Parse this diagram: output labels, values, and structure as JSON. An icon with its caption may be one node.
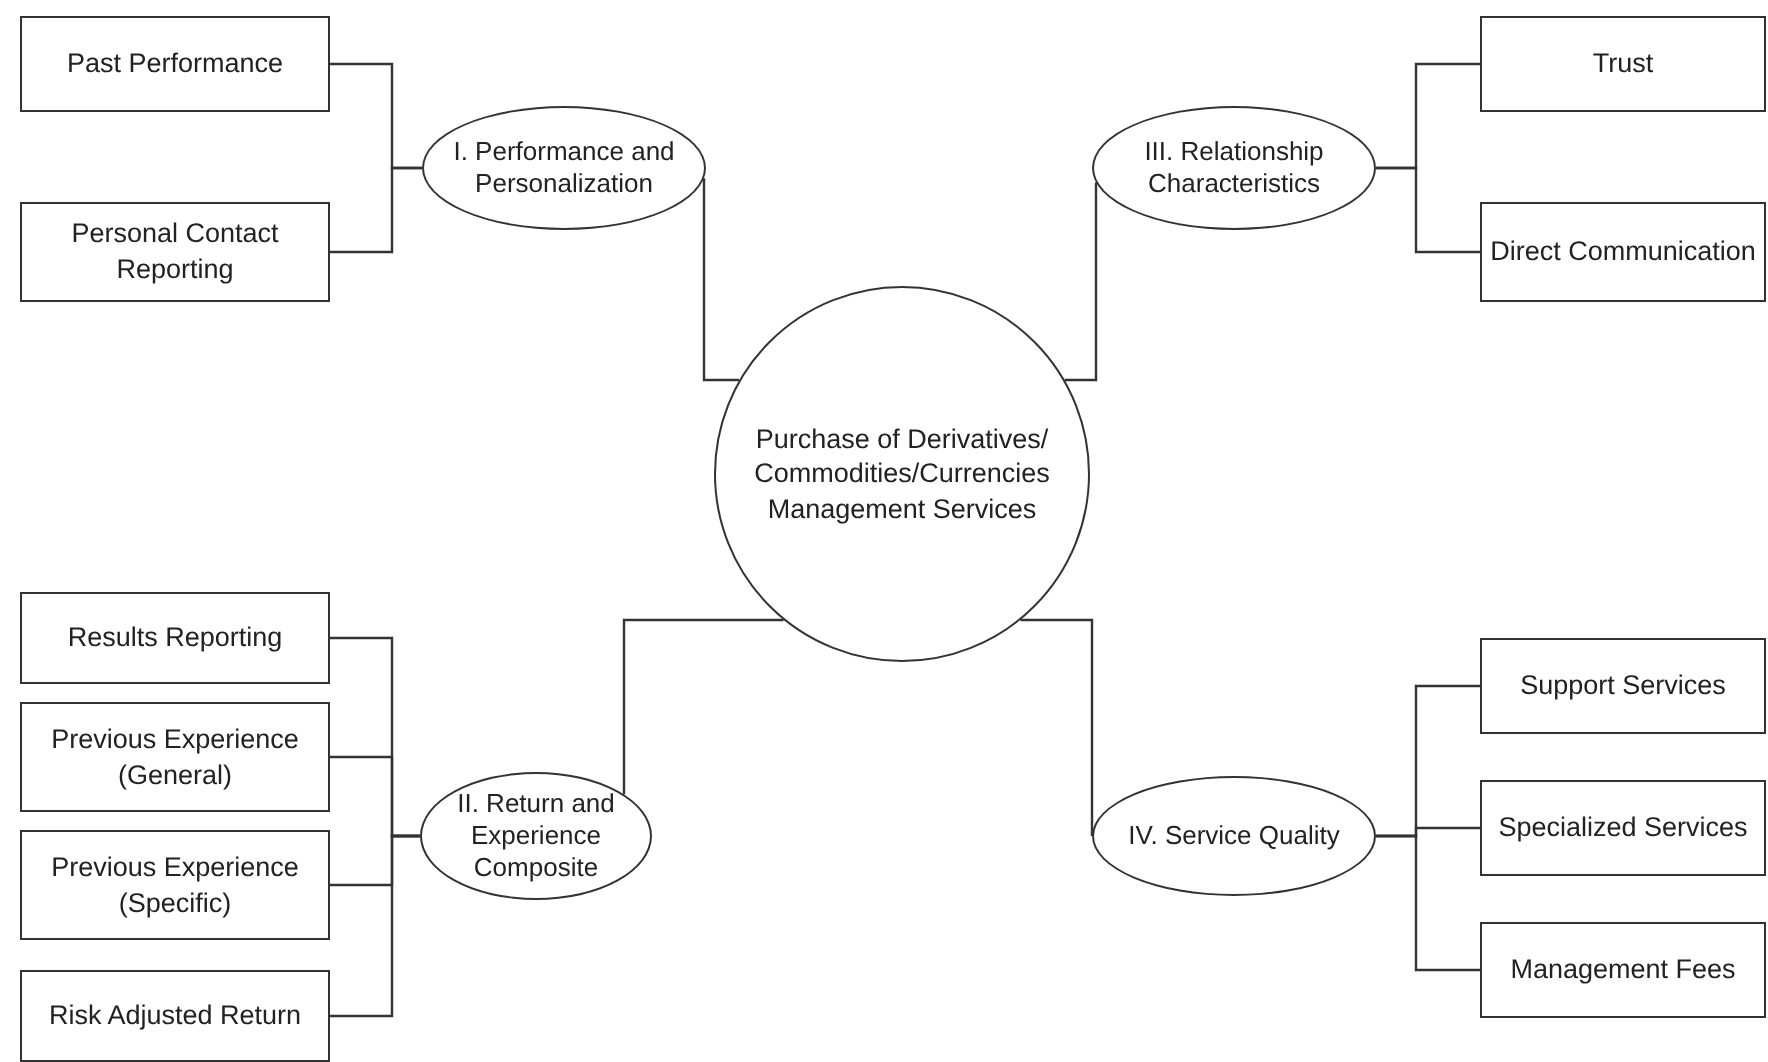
{
  "diagram": {
    "nodes": [
      {
        "text": [
          "Purchase of Derivatives/ Commodities/Currencies Management Services"
        ]
      },
      {
        "text": [
          "I. Performance and Personalization"
        ]
      },
      {
        "text": [
          "Past Performance"
        ]
      },
      {
        "text": [
          "Personal Contact Reporting"
        ]
      },
      {
        "text": [
          "III. Relationship Characteristics"
        ]
      },
      {
        "text": [
          "Trust"
        ]
      },
      {
        "text": [
          "Direct Communication"
        ]
      },
      {
        "text": [
          "II. Return and Experience Composite"
        ]
      },
      {
        "text": [
          "Results Reporting"
        ]
      },
      {
        "text": [
          "Previous Experience (General)"
        ]
      },
      {
        "text": [
          "Previous Experience (Specific)"
        ]
      },
      {
        "text": [
          "Risk Adjusted Return"
        ]
      },
      {
        "text": [
          "IV. Service Quality"
        ]
      },
      {
        "text": [
          "Support Services"
        ]
      },
      {
        "text": [
          "Specialized Services"
        ]
      },
      {
        "text": [
          "Management Fees"
        ]
      }
    ],
    "edges": [
      {
        "from": 0,
        "to": 1,
        "arrow": "none"
      },
      {
        "from": 0,
        "to": 4,
        "arrow": "none"
      },
      {
        "from": 0,
        "to": 7,
        "arrow": "none"
      },
      {
        "from": 0,
        "to": 12,
        "arrow": "none"
      },
      {
        "from": 1,
        "to": 2,
        "arrow": "none"
      },
      {
        "from": 1,
        "to": 3,
        "arrow": "none"
      },
      {
        "from": 4,
        "to": 5,
        "arrow": "none"
      },
      {
        "from": 4,
        "to": 6,
        "arrow": "none"
      },
      {
        "from": 7,
        "to": 8,
        "arrow": "none"
      },
      {
        "from": 7,
        "to": 9,
        "arrow": "none"
      },
      {
        "from": 7,
        "to": 10,
        "arrow": "none"
      },
      {
        "from": 7,
        "to": 11,
        "arrow": "none"
      },
      {
        "from": 12,
        "to": 13,
        "arrow": "none"
      },
      {
        "from": 12,
        "to": 14,
        "arrow": "none"
      },
      {
        "from": 12,
        "to": 15,
        "arrow": "none"
      }
    ]
  }
}
